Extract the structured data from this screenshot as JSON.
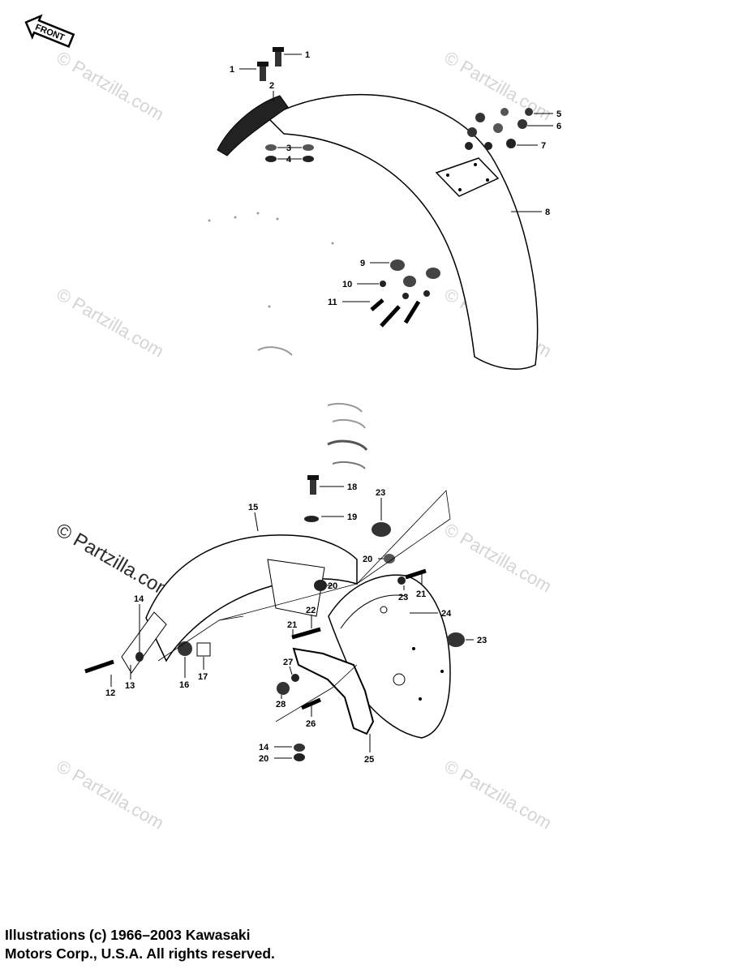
{
  "front_arrow": {
    "label": "FRONT"
  },
  "watermark": {
    "text": "© Partzilla.com"
  },
  "copyright": {
    "line1": "Illustrations (c) 1966–2003 Kawasaki",
    "line2": "Motors Corp., U.S.A.  All rights reserved."
  },
  "callouts": [
    {
      "num": "1"
    },
    {
      "num": "1"
    },
    {
      "num": "2"
    },
    {
      "num": "3"
    },
    {
      "num": "4"
    },
    {
      "num": "5"
    },
    {
      "num": "6"
    },
    {
      "num": "7"
    },
    {
      "num": "8"
    },
    {
      "num": "9"
    },
    {
      "num": "10"
    },
    {
      "num": "11"
    },
    {
      "num": "12"
    },
    {
      "num": "13"
    },
    {
      "num": "14"
    },
    {
      "num": "15"
    },
    {
      "num": "16"
    },
    {
      "num": "17"
    },
    {
      "num": "18"
    },
    {
      "num": "19"
    },
    {
      "num": "20"
    },
    {
      "num": "20"
    },
    {
      "num": "21"
    },
    {
      "num": "21"
    },
    {
      "num": "22"
    },
    {
      "num": "23"
    },
    {
      "num": "23"
    },
    {
      "num": "23"
    },
    {
      "num": "24"
    },
    {
      "num": "25"
    },
    {
      "num": "26"
    },
    {
      "num": "27"
    },
    {
      "num": "28"
    },
    {
      "num": "14"
    },
    {
      "num": "20"
    }
  ]
}
